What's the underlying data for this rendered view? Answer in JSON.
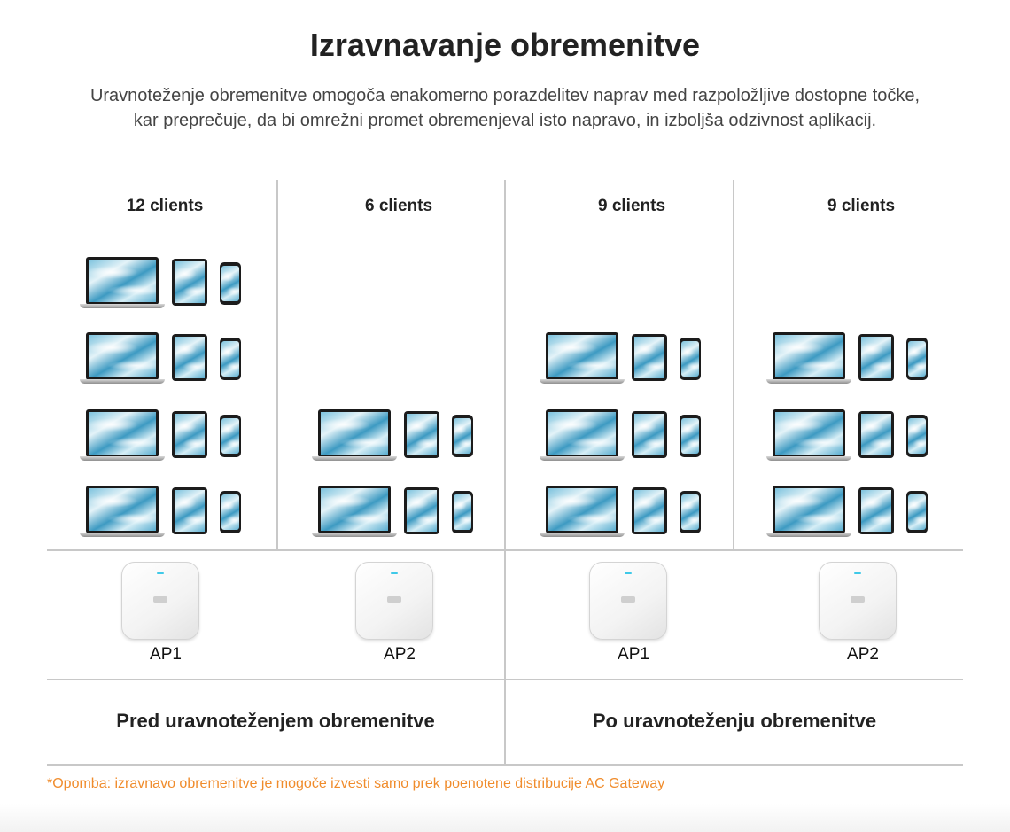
{
  "header": {
    "title": "Izravnavanje obremenitve",
    "subtitle_line1": "Uravnoteženje obremenitve omogoča enakomerno porazdelitev naprav med razpoložljive dostopne točke,",
    "subtitle_line2": "kar preprečuje, da bi omrežni promet obremenjeval isto napravo, in izboljša odzivnost aplikacij."
  },
  "columns": [
    {
      "client_label": "12 clients",
      "device_rows": 4,
      "ap_label": "AP1"
    },
    {
      "client_label": "6 clients",
      "device_rows": 2,
      "ap_label": "AP2"
    },
    {
      "client_label": "9 clients",
      "device_rows": 3,
      "ap_label": "AP1"
    },
    {
      "client_label": "9 clients",
      "device_rows": 3,
      "ap_label": "AP2"
    }
  ],
  "sections": {
    "before": "Pred uravnoteženjem obremenitve",
    "after": "Po uravnoteženju obremenitve"
  },
  "note": {
    "marker": "*",
    "text": "Opomba: izravnavo obremenitve je mogoče izvesti samo prek poenotene distribucije AC Gateway"
  },
  "colors": {
    "note": "#f08c2c",
    "ap_led": "#3fc9e8",
    "divider": "#c8c8c8"
  }
}
